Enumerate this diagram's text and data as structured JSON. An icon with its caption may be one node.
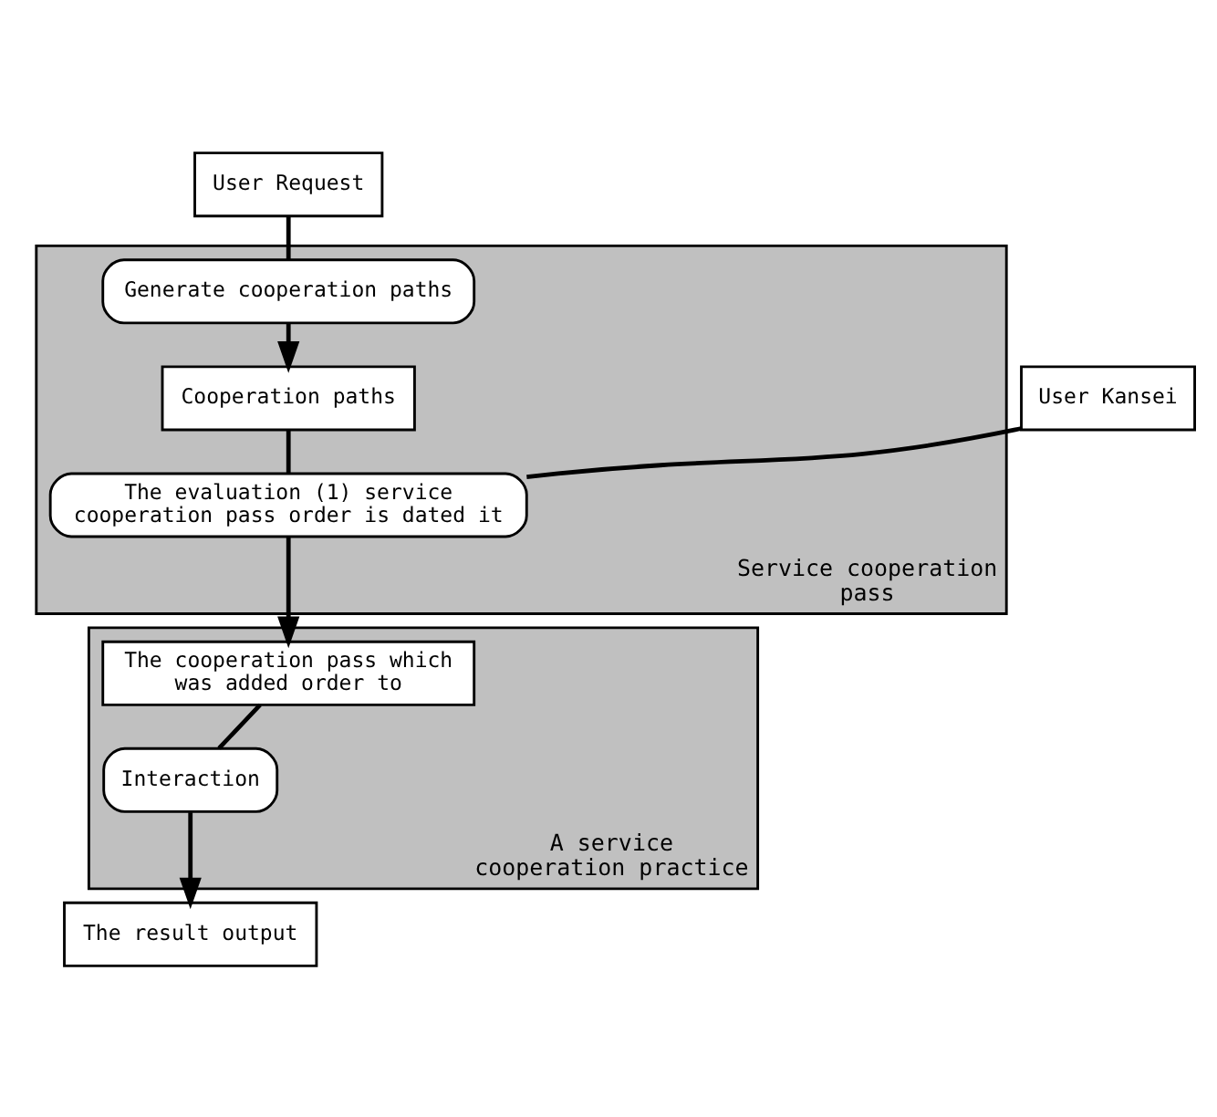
{
  "diagram": {
    "nodes": [
      {
        "text": [
          "User Request"
        ]
      },
      {
        "text": [
          "User Kansei"
        ]
      },
      {
        "text": [
          "Service cooperation pass"
        ]
      },
      {
        "text": [
          "Generate cooperation paths"
        ],
        "in": 2
      },
      {
        "text": [
          "Cooperation paths"
        ],
        "in": 2
      },
      {
        "text": [
          "The evaluation (1) service cooperation pass order is dated it"
        ],
        "in": 2
      },
      {
        "text": [
          "A service cooperation practice"
        ]
      },
      {
        "text": [
          "The cooperation pass which was added order to"
        ],
        "in": 6
      },
      {
        "text": [
          "Interaction"
        ],
        "in": 6
      },
      {
        "text": [
          "The result output"
        ]
      }
    ],
    "edges": [
      {
        "from": 0,
        "to": 3,
        "arrow": "none"
      },
      {
        "from": 3,
        "to": 4,
        "arrow": "to"
      },
      {
        "from": 4,
        "to": 5,
        "arrow": "none"
      },
      {
        "from": 1,
        "to": 5,
        "arrow": "none"
      },
      {
        "from": 5,
        "to": 7,
        "arrow": "to"
      },
      {
        "from": 7,
        "to": 8,
        "arrow": "none"
      },
      {
        "from": 8,
        "to": 9,
        "arrow": "to"
      }
    ]
  }
}
